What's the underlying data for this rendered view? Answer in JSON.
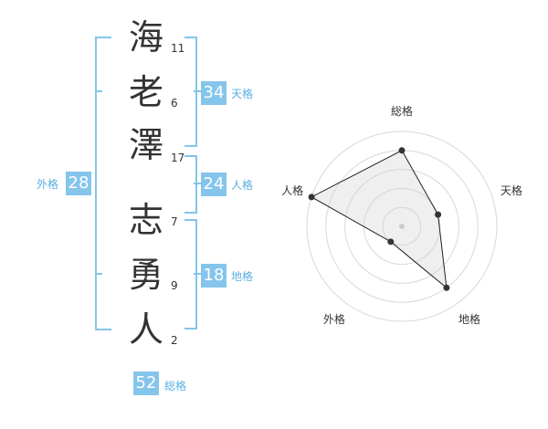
{
  "surname": [
    {
      "char": "海",
      "strokes": "11"
    },
    {
      "char": "老",
      "strokes": "6"
    },
    {
      "char": "澤",
      "strokes": "17"
    }
  ],
  "given": [
    {
      "char": "志",
      "strokes": "7"
    },
    {
      "char": "勇",
      "strokes": "9"
    },
    {
      "char": "人",
      "strokes": "2"
    }
  ],
  "kaku": {
    "tenkaku": {
      "value": "34",
      "label": "天格"
    },
    "jinkaku": {
      "value": "24",
      "label": "人格"
    },
    "chikaku": {
      "value": "18",
      "label": "地格"
    },
    "gaikaku": {
      "value": "28",
      "label": "外格"
    },
    "soukaku": {
      "value": "52",
      "label": "総格"
    }
  },
  "chart_data": {
    "type": "radar",
    "axes": [
      "総格",
      "天格",
      "地格",
      "外格",
      "人格"
    ],
    "max": 5,
    "rings": 5,
    "values": [
      4,
      2,
      4,
      1,
      5
    ]
  }
}
